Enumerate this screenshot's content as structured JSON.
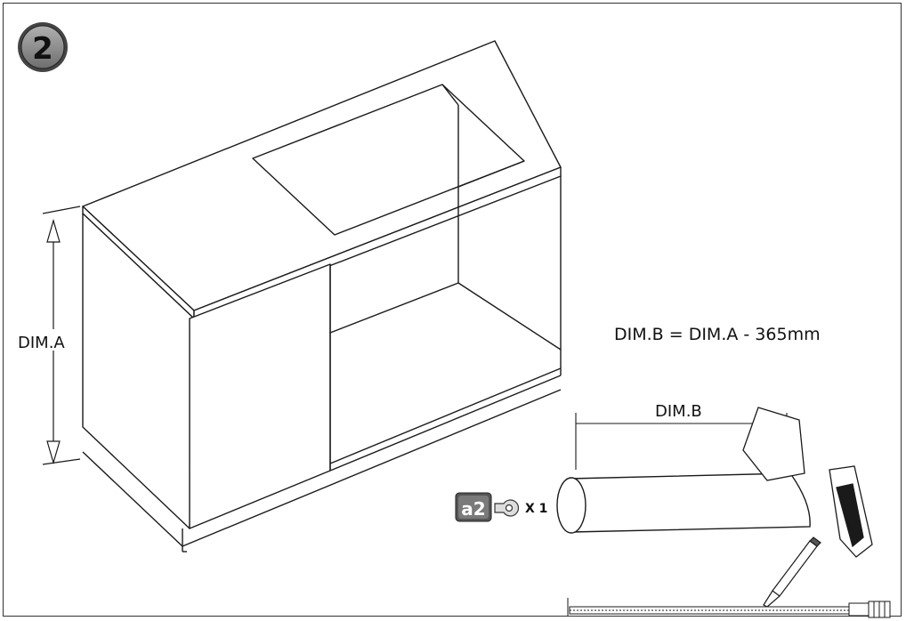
{
  "step": {
    "number": "2"
  },
  "dimensions": {
    "dim_a_label": "DIM.A",
    "dim_b_label": "DIM.B",
    "formula": "DIM.B = DIM.A - 365mm"
  },
  "hardware": {
    "part_code": "a2",
    "quantity": "X 1",
    "tool_icon": "wrench-icon"
  },
  "colors": {
    "line": "#1a1a1a",
    "badge_fill": "#666666",
    "step_circle": "#888888"
  }
}
